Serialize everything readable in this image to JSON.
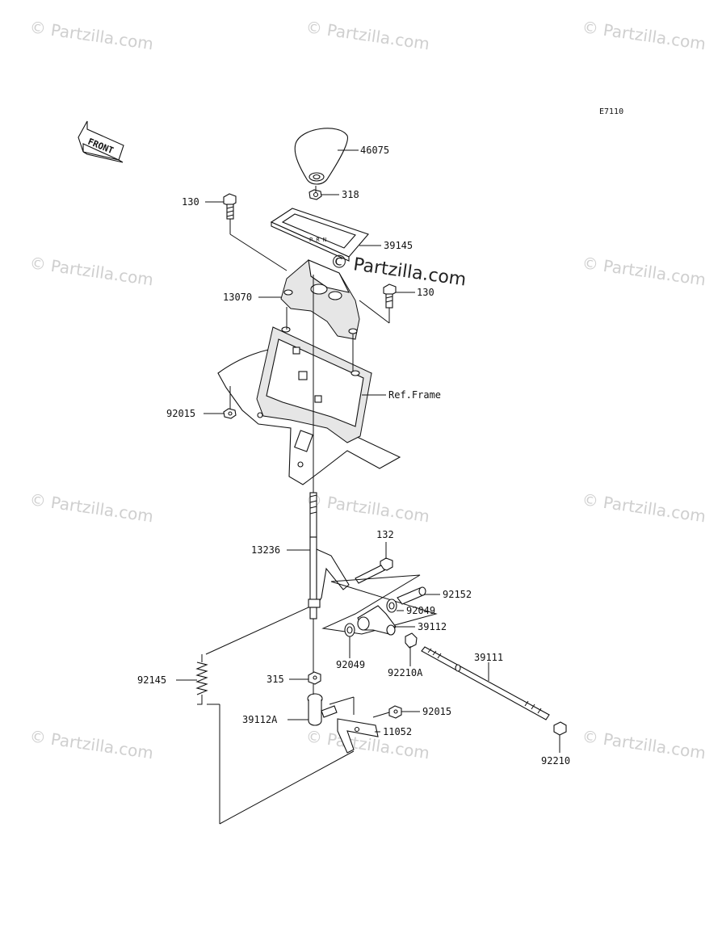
{
  "diagram_code": "E7110",
  "front_arrow_label": "FRONT",
  "watermark": "© Partzilla.com",
  "center_watermark": "© Partzilla.com",
  "labels": [
    {
      "id": "46075",
      "text": "46075"
    },
    {
      "id": "318",
      "text": "318"
    },
    {
      "id": "130a",
      "text": "130"
    },
    {
      "id": "39145",
      "text": "39145"
    },
    {
      "id": "130b",
      "text": "130"
    },
    {
      "id": "13070",
      "text": "13070"
    },
    {
      "id": "ref-frame",
      "text": "Ref.Frame"
    },
    {
      "id": "92015a",
      "text": "92015"
    },
    {
      "id": "132",
      "text": "132"
    },
    {
      "id": "13236",
      "text": "13236"
    },
    {
      "id": "92152",
      "text": "92152"
    },
    {
      "id": "92049a",
      "text": "92049"
    },
    {
      "id": "39112",
      "text": "39112"
    },
    {
      "id": "92049b",
      "text": "92049"
    },
    {
      "id": "92210A",
      "text": "92210A"
    },
    {
      "id": "39111",
      "text": "39111"
    },
    {
      "id": "92145",
      "text": "92145"
    },
    {
      "id": "315",
      "text": "315"
    },
    {
      "id": "92015b",
      "text": "92015"
    },
    {
      "id": "39112A",
      "text": "39112A"
    },
    {
      "id": "11052",
      "text": "11052"
    },
    {
      "id": "92210",
      "text": "92210"
    }
  ]
}
